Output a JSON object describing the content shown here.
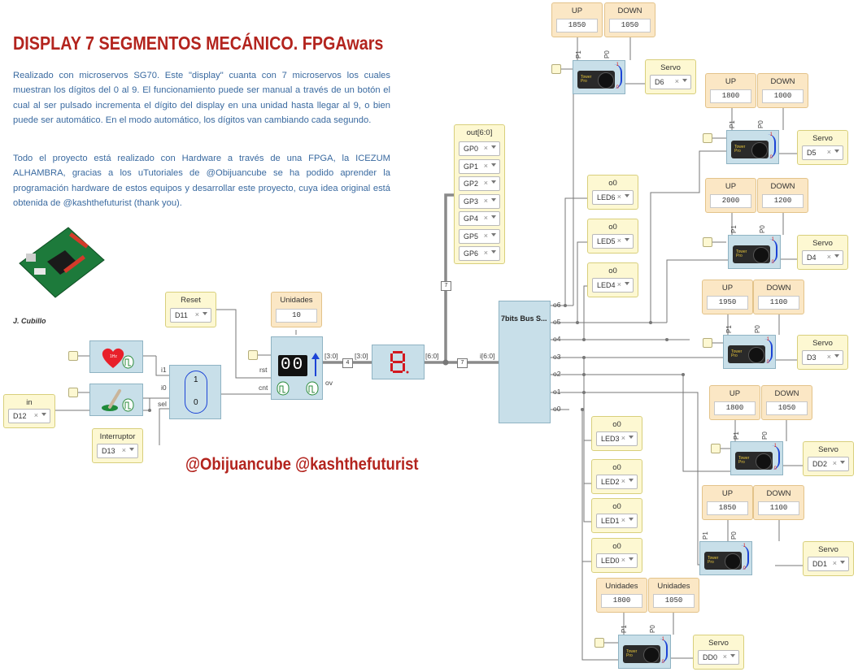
{
  "title": "DISPLAY 7 SEGMENTOS MECÁNICO. FPGAwars",
  "paragraphs": [
    "Realizado con microservos SG70. Este \"display\" cuanta con 7 microservos los cuales muestran los dígitos del 0 al 9. El funcionamiento puede ser manual a través de un botón el cual al ser pulsado incrementa el dígito del display en una unidad hasta llegar al 9, o bien puede ser automático. En el modo automático, los dígitos van cambiando cada segundo.",
    "Todo el proyecto está realizado con Hardware a través de una FPGA, la ICEZUM ALHAMBRA, gracias a los uTutoriales de @Obijuancube se ha podido aprender la programación hardware de estos equipos y desarrollar este proyecto, cuya idea original está obtenida de @kashthefuturist (thank you)."
  ],
  "credit": "J. Cubillo",
  "signature": "@Obijuancube @kashthefuturist",
  "accent_color": "#b3241e",
  "inputs": {
    "reset": {
      "label": "Reset",
      "pin": "D11"
    },
    "in": {
      "label": "in",
      "pin": "D12"
    },
    "interruptor": {
      "label": "Interruptor",
      "pin": "D13"
    }
  },
  "unidades_main": {
    "label": "Unidades",
    "value": "10"
  },
  "mux": {
    "i1": "i1",
    "i0": "i0",
    "sel": "sel",
    "top": "1",
    "bottom": "0"
  },
  "counter": {
    "rst": "rst",
    "cnt": "cnt",
    "ov": "ov",
    "digits": "00"
  },
  "bus_labels": {
    "b30a": "[3:0]",
    "b30b": "[3:0]",
    "b60": "[6:0]",
    "i60": "i[6:0]",
    "n4": "4",
    "n7a": "7",
    "n7b": "7"
  },
  "splitter": {
    "label": "7bits Bus S...",
    "outputs": [
      "o6",
      "o5",
      "o4",
      "o3",
      "o2",
      "o1",
      "o0"
    ]
  },
  "out_bus": {
    "label": "out[6:0]",
    "pins": [
      "GP0",
      "GP1",
      "GP2",
      "GP3",
      "GP4",
      "GP5",
      "GP6"
    ]
  },
  "leds": [
    {
      "label": "o0",
      "pin": "LED6"
    },
    {
      "label": "o0",
      "pin": "LED5"
    },
    {
      "label": "o0",
      "pin": "LED4"
    },
    {
      "label": "o0",
      "pin": "LED3"
    },
    {
      "label": "o0",
      "pin": "LED2"
    },
    {
      "label": "o0",
      "pin": "LED1"
    },
    {
      "label": "o0",
      "pin": "LED0"
    }
  ],
  "servos": [
    {
      "up_label": "UP",
      "down_label": "DOWN",
      "up": "1850",
      "down": "1050",
      "label": "Servo",
      "pin": "D6",
      "p1": "P1",
      "p0": "P0"
    },
    {
      "up_label": "UP",
      "down_label": "DOWN",
      "up": "1800",
      "down": "1000",
      "label": "Servo",
      "pin": "D5",
      "p1": "P1",
      "p0": "P0"
    },
    {
      "up_label": "UP",
      "down_label": "DOWN",
      "up": "2000",
      "down": "1200",
      "label": "Servo",
      "pin": "D4",
      "p1": "P1",
      "p0": "P0"
    },
    {
      "up_label": "UP",
      "down_label": "DOWN",
      "up": "1950",
      "down": "1100",
      "label": "Servo",
      "pin": "D3",
      "p1": "P1",
      "p0": "P0"
    },
    {
      "up_label": "UP",
      "down_label": "DOWN",
      "up": "1800",
      "down": "1050",
      "label": "Servo",
      "pin": "DD2",
      "p1": "P1",
      "p0": "P0"
    },
    {
      "up_label": "UP",
      "down_label": "DOWN",
      "up": "1850",
      "down": "1100",
      "label": "Servo",
      "pin": "DD1",
      "p1": "P1",
      "p0": "P0"
    },
    {
      "up_label": "Unidades",
      "down_label": "Unidades",
      "up": "1800",
      "down": "1050",
      "label": "Servo",
      "pin": "DD0",
      "p1": "P1",
      "p0": "P0"
    }
  ]
}
